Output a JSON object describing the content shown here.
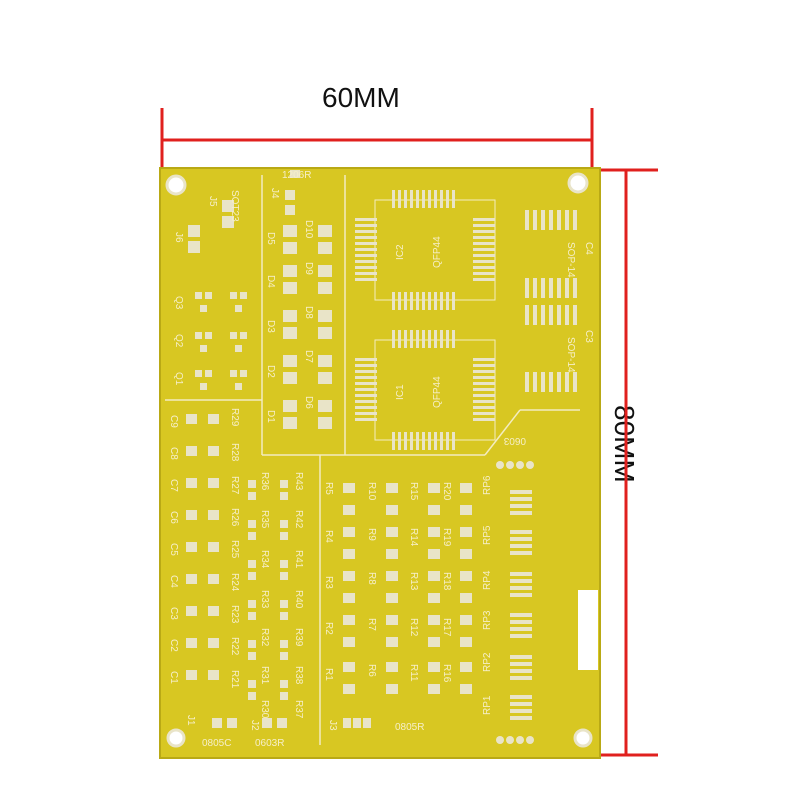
{
  "dimensions": {
    "width_label": "60MM",
    "height_label": "80MM"
  },
  "colors": {
    "board": "#d8c722",
    "board_edge": "#b9a915",
    "pad": "#e9e4c8",
    "silkscreen": "#f6efc8",
    "dimension_line": "#e0201e"
  },
  "board_labels": {
    "ic1": "IC1",
    "ic2": "IC2",
    "qfp_ic1": "QFP44",
    "qfp_ic2": "QFP44",
    "sop_1": "SOP-14",
    "sop_2": "SOP-14",
    "c4": "C4",
    "c3": "C3",
    "label_0805r": "0805R",
    "label_0805c": "0805C",
    "label_0603r": "0603R",
    "label_1206r": "1206R",
    "label_0603": "0603",
    "j1": "J1",
    "j2": "J2",
    "j3": "J3",
    "j4": "J4",
    "j5": "J5",
    "j6": "J6",
    "sot23": "SOT23"
  },
  "capacitors": [
    "C9",
    "C8",
    "C7",
    "C6",
    "C5",
    "C4",
    "C3",
    "C2",
    "C1"
  ],
  "resistors_col1": [
    "R29",
    "R28",
    "R27",
    "R26",
    "R25",
    "R24",
    "R23",
    "R22",
    "R21"
  ],
  "resistors_col2": [
    "R36",
    "R35",
    "R34",
    "R33",
    "R32",
    "R31",
    "R30"
  ],
  "resistors_col3": [
    "R43",
    "R42",
    "R41",
    "R40",
    "R39",
    "R38",
    "R37"
  ],
  "resistors_grid": [
    [
      "R5",
      "R10",
      "R15",
      "R20"
    ],
    [
      "R4",
      "R9",
      "R14",
      "R19"
    ],
    [
      "R3",
      "R8",
      "R13",
      "R18"
    ],
    [
      "R2",
      "R7",
      "R12",
      "R17"
    ],
    [
      "R1",
      "R6",
      "R11",
      "R16"
    ]
  ],
  "resistor_packs": [
    "RP6",
    "RP5",
    "RP4",
    "RP3",
    "RP2",
    "RP1"
  ],
  "diodes_left": [
    "D5",
    "D4",
    "D3",
    "D2",
    "D1"
  ],
  "diodes_right": [
    "D10",
    "D9",
    "D8",
    "D7",
    "D6"
  ],
  "transistors": [
    "Q3",
    "Q2",
    "Q1"
  ]
}
